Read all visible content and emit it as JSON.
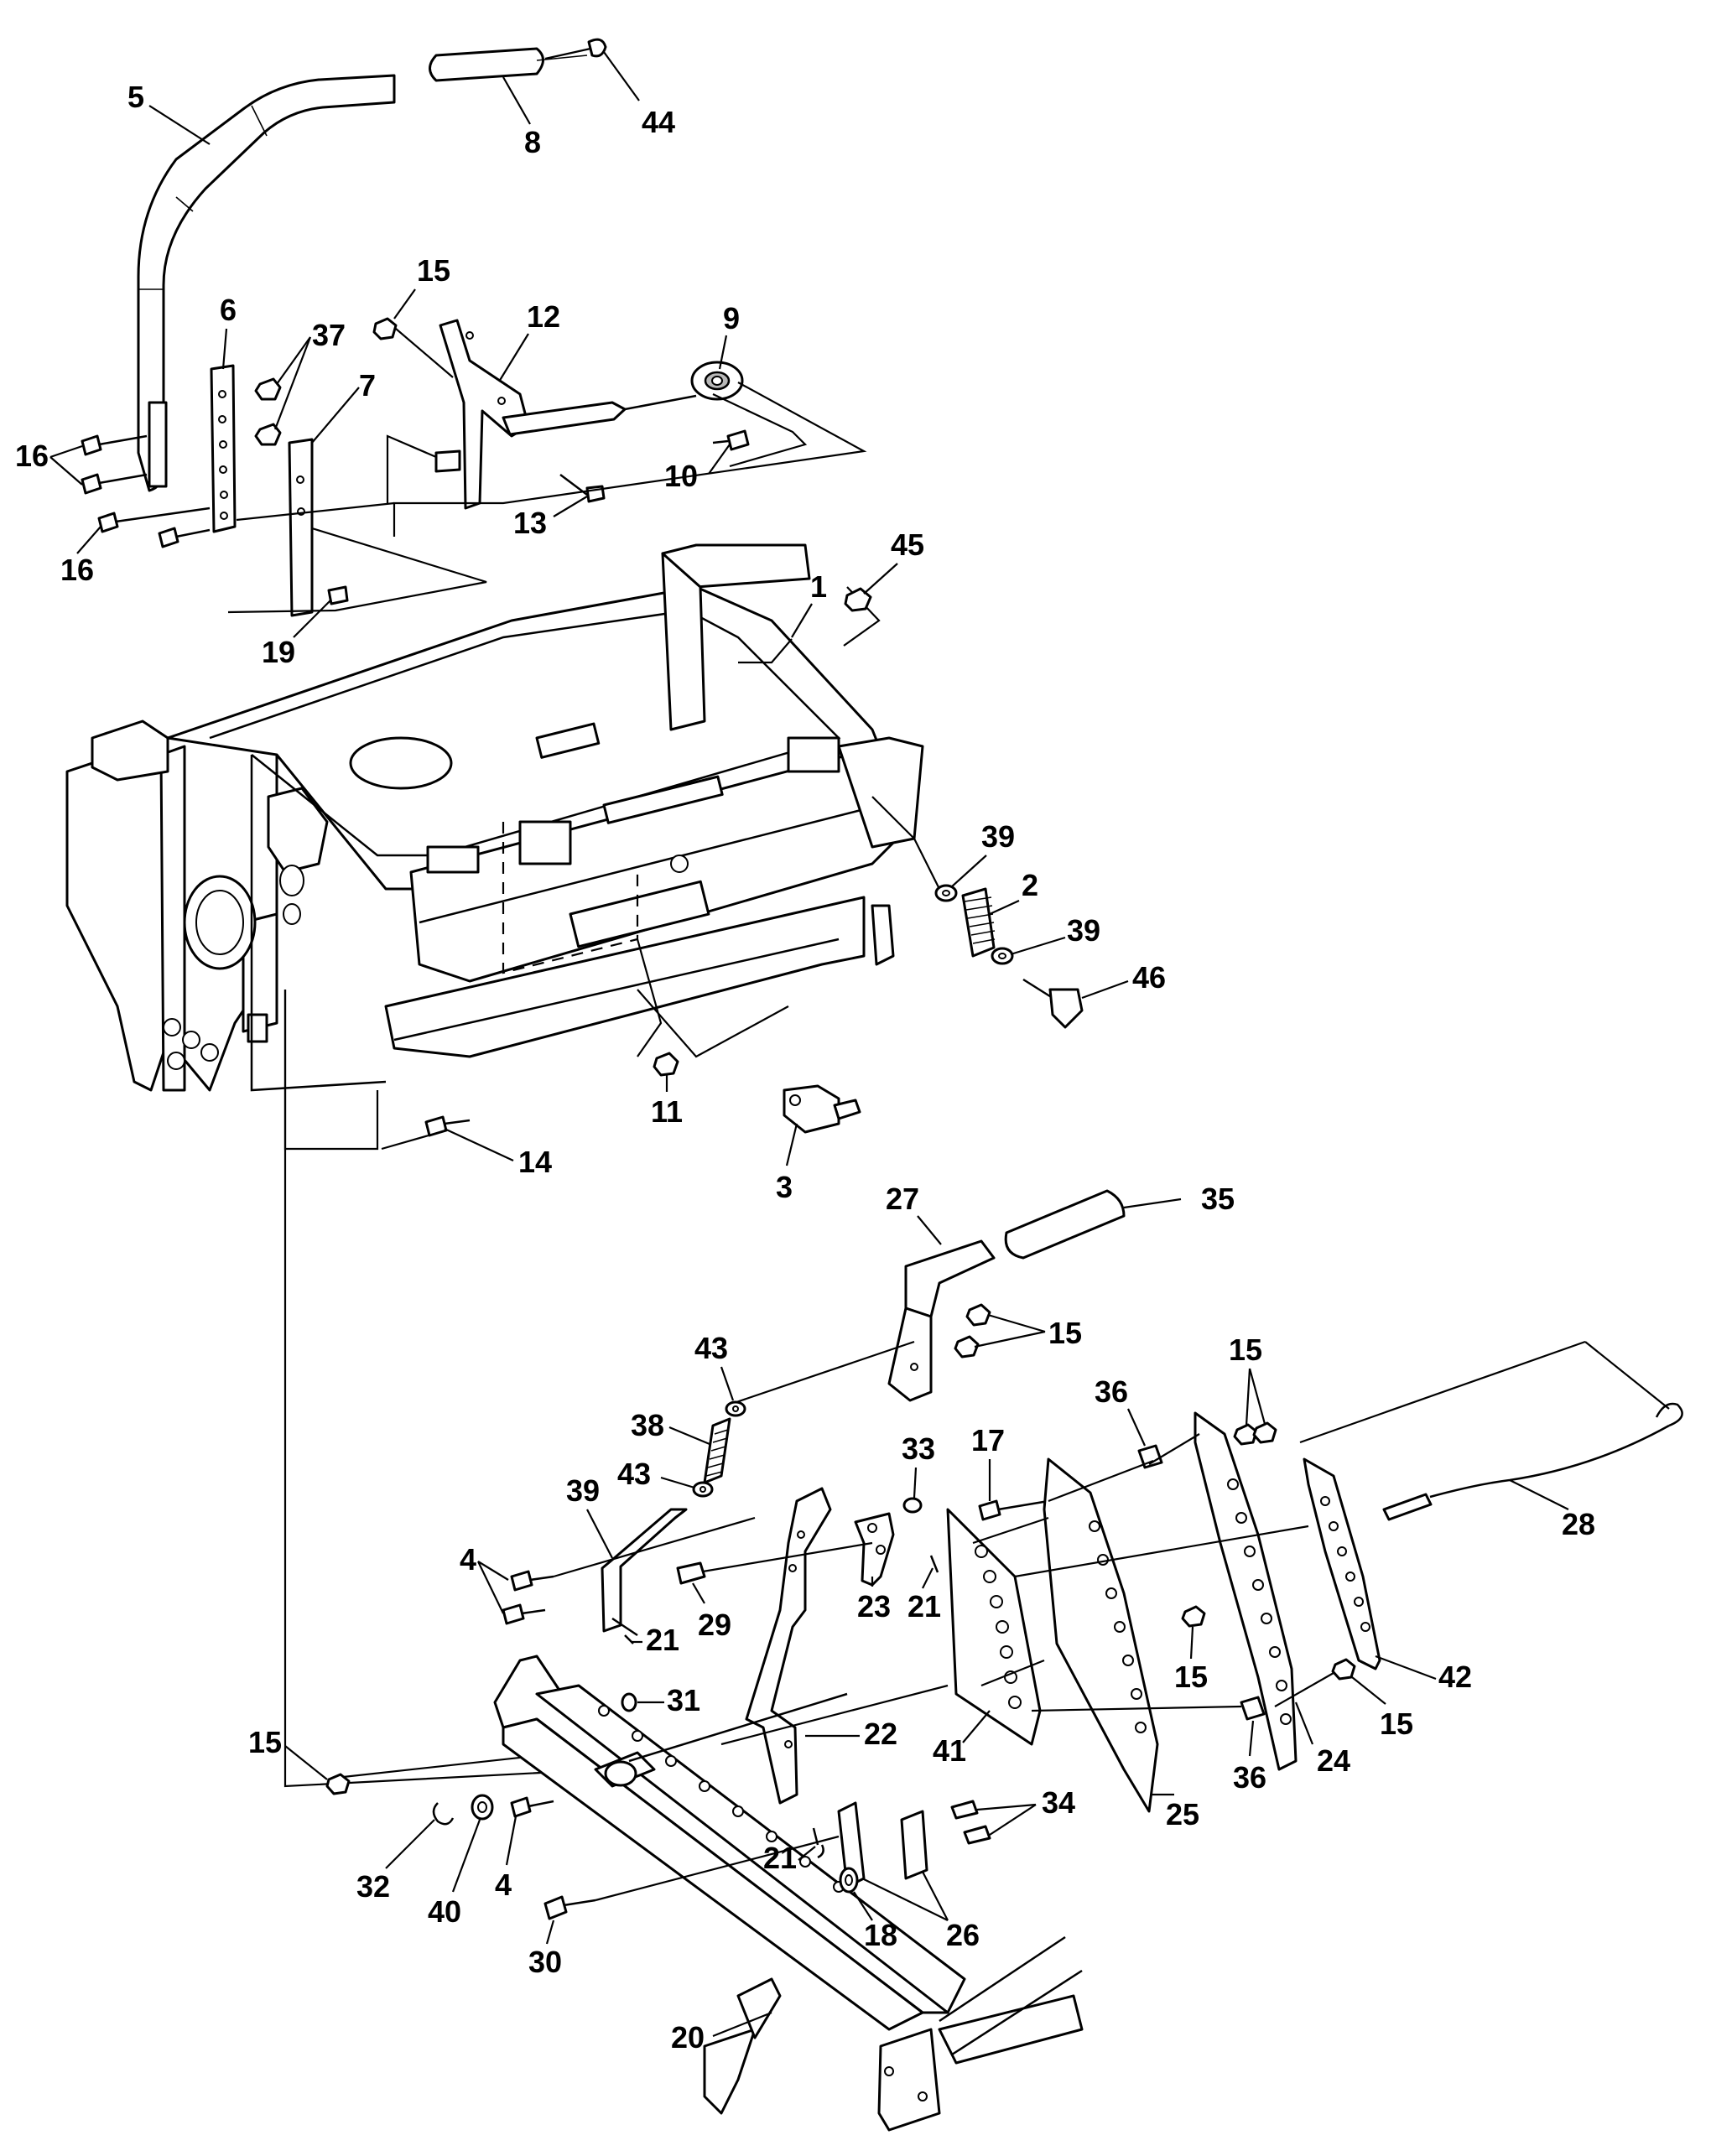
{
  "callouts": [
    {
      "id": "c5",
      "text": "5"
    },
    {
      "id": "c8",
      "text": "8"
    },
    {
      "id": "c44",
      "text": "44"
    },
    {
      "id": "c15a",
      "text": "15"
    },
    {
      "id": "c12",
      "text": "12"
    },
    {
      "id": "c9",
      "text": "9"
    },
    {
      "id": "c6",
      "text": "6"
    },
    {
      "id": "c37",
      "text": "37"
    },
    {
      "id": "c7",
      "text": "7"
    },
    {
      "id": "c16a",
      "text": "16"
    },
    {
      "id": "c16b",
      "text": "16"
    },
    {
      "id": "c10",
      "text": "10"
    },
    {
      "id": "c13",
      "text": "13"
    },
    {
      "id": "c19",
      "text": "19"
    },
    {
      "id": "c45",
      "text": "45"
    },
    {
      "id": "c1",
      "text": "1"
    },
    {
      "id": "c39a",
      "text": "39"
    },
    {
      "id": "c2",
      "text": "2"
    },
    {
      "id": "c39b",
      "text": "39"
    },
    {
      "id": "c46",
      "text": "46"
    },
    {
      "id": "c11",
      "text": "11"
    },
    {
      "id": "c14",
      "text": "14"
    },
    {
      "id": "c3",
      "text": "3"
    },
    {
      "id": "c27",
      "text": "27"
    },
    {
      "id": "c35",
      "text": "35"
    },
    {
      "id": "c15b",
      "text": "15"
    },
    {
      "id": "c43a",
      "text": "43"
    },
    {
      "id": "c15c",
      "text": "15"
    },
    {
      "id": "c38",
      "text": "38"
    },
    {
      "id": "c36a",
      "text": "36"
    },
    {
      "id": "c17",
      "text": "17"
    },
    {
      "id": "c33",
      "text": "33"
    },
    {
      "id": "c43b",
      "text": "43"
    },
    {
      "id": "c39c",
      "text": "39"
    },
    {
      "id": "c28",
      "text": "28"
    },
    {
      "id": "c4a",
      "text": "4"
    },
    {
      "id": "c23",
      "text": "23"
    },
    {
      "id": "c21a",
      "text": "21"
    },
    {
      "id": "c29",
      "text": "29"
    },
    {
      "id": "c21b",
      "text": "21"
    },
    {
      "id": "c15d",
      "text": "15"
    },
    {
      "id": "c42",
      "text": "42"
    },
    {
      "id": "c31",
      "text": "31"
    },
    {
      "id": "c15e",
      "text": "15"
    },
    {
      "id": "c22",
      "text": "22"
    },
    {
      "id": "c41",
      "text": "41"
    },
    {
      "id": "c15f",
      "text": "15"
    },
    {
      "id": "c36b",
      "text": "36"
    },
    {
      "id": "c24",
      "text": "24"
    },
    {
      "id": "c25",
      "text": "25"
    },
    {
      "id": "c34",
      "text": "34"
    },
    {
      "id": "c32",
      "text": "32"
    },
    {
      "id": "c40",
      "text": "40"
    },
    {
      "id": "c4b",
      "text": "4"
    },
    {
      "id": "c21c",
      "text": "21"
    },
    {
      "id": "c18",
      "text": "18"
    },
    {
      "id": "c26",
      "text": "26"
    },
    {
      "id": "c30",
      "text": "30"
    },
    {
      "id": "c20",
      "text": "20"
    }
  ]
}
